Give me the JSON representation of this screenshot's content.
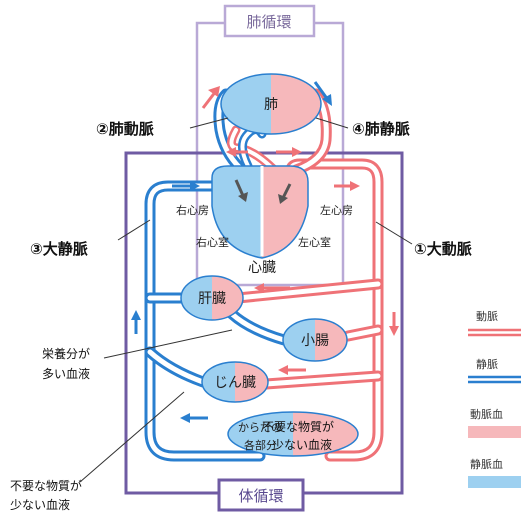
{
  "colors": {
    "artery": "#ef7277",
    "artery_fill": "#f6b8bb",
    "vein": "#2a7fcf",
    "vein_fill": "#9dd0f0",
    "frame": "#6f5ba3",
    "frame_light": "#b9a9d6"
  },
  "labels": {
    "pulmonary_circuit": "肺循環",
    "systemic_circuit": "体循環",
    "lungs": "肺",
    "pulmonary_artery": "②肺動脈",
    "pulmonary_vein": "④肺静脈",
    "vena_cava": "③大静脈",
    "aorta": "①大動脈",
    "right_atrium": "右心房",
    "left_atrium": "左心房",
    "right_ventricle": "右心室",
    "left_ventricle": "左心室",
    "heart": "心臓",
    "liver": "肝臓",
    "small_intestine": "小腸",
    "kidney": "じん臓",
    "body_parts_line1": "からだの",
    "body_parts_line2": "各部分",
    "nutrient_rich_line1": "栄養分が",
    "nutrient_rich_line2": "多い血液",
    "unnecessary_rich_line1": "不要な物質が",
    "unnecessary_rich_line2": "少ない血液",
    "waste_low_line1": "不要な物質が",
    "waste_low_line2": "少ない血液"
  },
  "legend": {
    "artery": "動脈",
    "vein": "静脈",
    "arterial_blood": "動脈血",
    "venous_blood": "静脈血"
  }
}
